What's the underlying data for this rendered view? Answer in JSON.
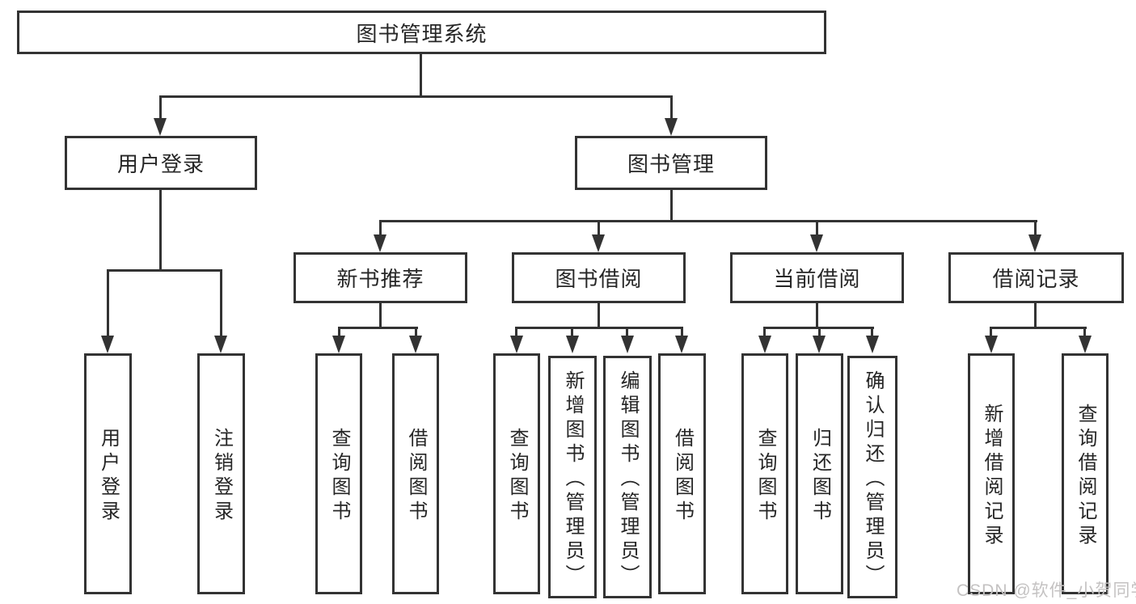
{
  "diagram": {
    "root": {
      "label": "图书管理系统"
    },
    "branches": [
      {
        "label": "用户登录",
        "children": [
          {
            "label": "用户登录"
          },
          {
            "label": "注销登录"
          }
        ]
      },
      {
        "label": "图书管理",
        "children": [
          {
            "label": "新书推荐",
            "children": [
              {
                "label": "查询图书"
              },
              {
                "label": "借阅图书"
              }
            ]
          },
          {
            "label": "图书借阅",
            "children": [
              {
                "label": "查询图书"
              },
              {
                "label": "新增图书（管理员）"
              },
              {
                "label": "编辑图书（管理员）"
              },
              {
                "label": "借阅图书"
              }
            ]
          },
          {
            "label": "当前借阅",
            "children": [
              {
                "label": "查询图书"
              },
              {
                "label": "归还图书"
              },
              {
                "label": "确认归还（管理员）"
              }
            ]
          },
          {
            "label": "借阅记录",
            "children": [
              {
                "label": "新增借阅记录"
              },
              {
                "label": "查询借阅记录"
              }
            ]
          }
        ]
      }
    ]
  },
  "watermark": {
    "text": "CSDN @软件_小贺同学"
  },
  "colors": {
    "line": "#333333",
    "box_border": "#333333",
    "text": "#262626",
    "background": "#ffffff",
    "watermark": "#c4c2c2"
  }
}
